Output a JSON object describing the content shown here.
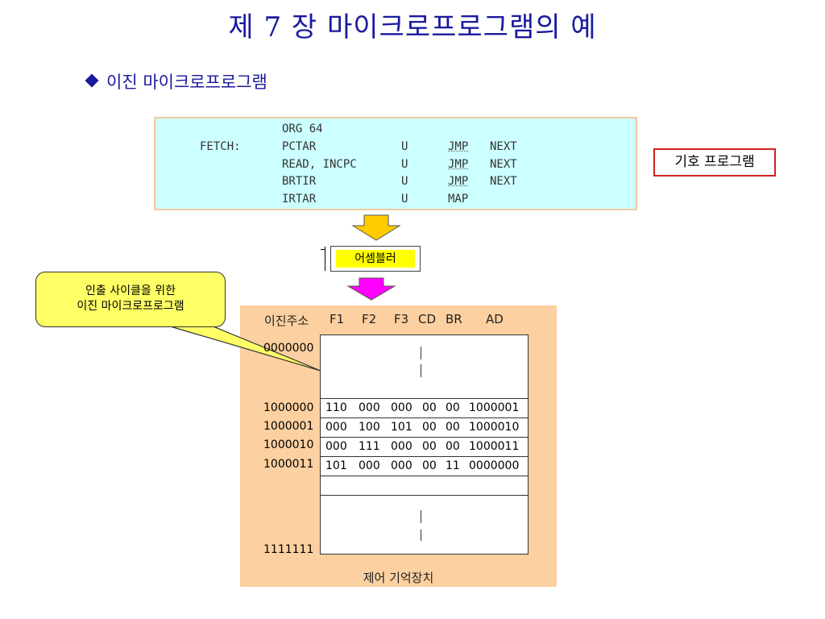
{
  "title": "제 7 장 마이크로프로그램의 예",
  "subtitle": "이진 마이크로프로그램",
  "symbolic_program": {
    "tag": "기호 프로그램",
    "lines": [
      {
        "label": "",
        "c1": "ORG 64",
        "c2": "",
        "c3": "",
        "c4": ""
      },
      {
        "label": "FETCH:",
        "c1": "PCTAR",
        "c2": "U",
        "c3": "JMP",
        "c4": "NEXT"
      },
      {
        "label": "",
        "c1": "READ, INCPC",
        "c2": "U",
        "c3": "JMP",
        "c4": "NEXT"
      },
      {
        "label": "",
        "c1": "BRTIR",
        "c2": "U",
        "c3": "JMP",
        "c4": "NEXT"
      },
      {
        "label": "",
        "c1": "IRTAR",
        "c2": "U",
        "c3": "MAP",
        "c4": ""
      }
    ]
  },
  "assembler_label": "어셈블러",
  "callout": {
    "line1": "인출 사이클을 위한",
    "line2": "이진 마이크로프로그램"
  },
  "memory": {
    "header_addr": "이진주소",
    "headers": [
      "F1",
      "F2",
      "F3",
      "CD",
      "BR",
      "AD"
    ],
    "top_address": "0000000",
    "rows": [
      {
        "address": "1000000",
        "f1": "110",
        "f2": "000",
        "f3": "000",
        "cd": "00",
        "br": "00",
        "ad": "1000001"
      },
      {
        "address": "1000001",
        "f1": "000",
        "f2": "100",
        "f3": "101",
        "cd": "00",
        "br": "00",
        "ad": "1000010"
      },
      {
        "address": "1000010",
        "f1": "000",
        "f2": "111",
        "f3": "000",
        "cd": "00",
        "br": "00",
        "ad": "1000011"
      },
      {
        "address": "1000011",
        "f1": "101",
        "f2": "000",
        "f3": "000",
        "cd": "00",
        "br": "11",
        "ad": "0000000"
      }
    ],
    "bottom_address": "1111111",
    "caption": "제어 기억장치"
  },
  "colors": {
    "title": "#1a1a9e",
    "symbolic_bg": "#ccffff",
    "tag_border": "#d12020",
    "arrow_1": "#ffcc00",
    "arrow_2": "#ff00ff",
    "assembler_bg": "#ffff00",
    "callout_bg": "#ffff66",
    "memory_bg": "#fcd0a0"
  }
}
